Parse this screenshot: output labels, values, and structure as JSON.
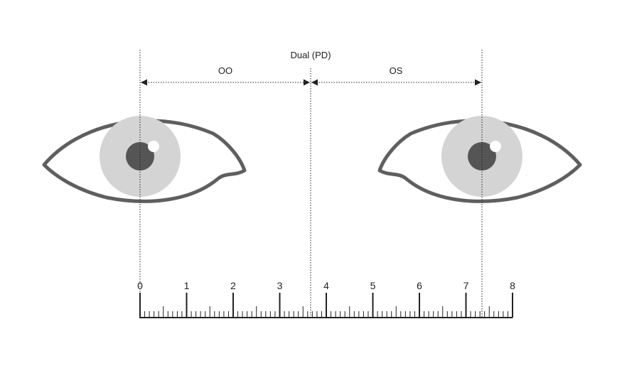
{
  "diagram": {
    "title": "Dual (PD)",
    "right_eye_label": "OO",
    "left_eye_label": "OS",
    "ruler_labels": [
      "0",
      "1",
      "2",
      "3",
      "4",
      "5",
      "6",
      "7",
      "8"
    ]
  },
  "colors": {
    "outline": "#5f5f5f",
    "iris": "#d4d4d4",
    "pupil": "#555555",
    "highlight": "#ffffff",
    "line": "#222222"
  },
  "icons": [
    "eye-icon",
    "arrowhead-icon"
  ]
}
